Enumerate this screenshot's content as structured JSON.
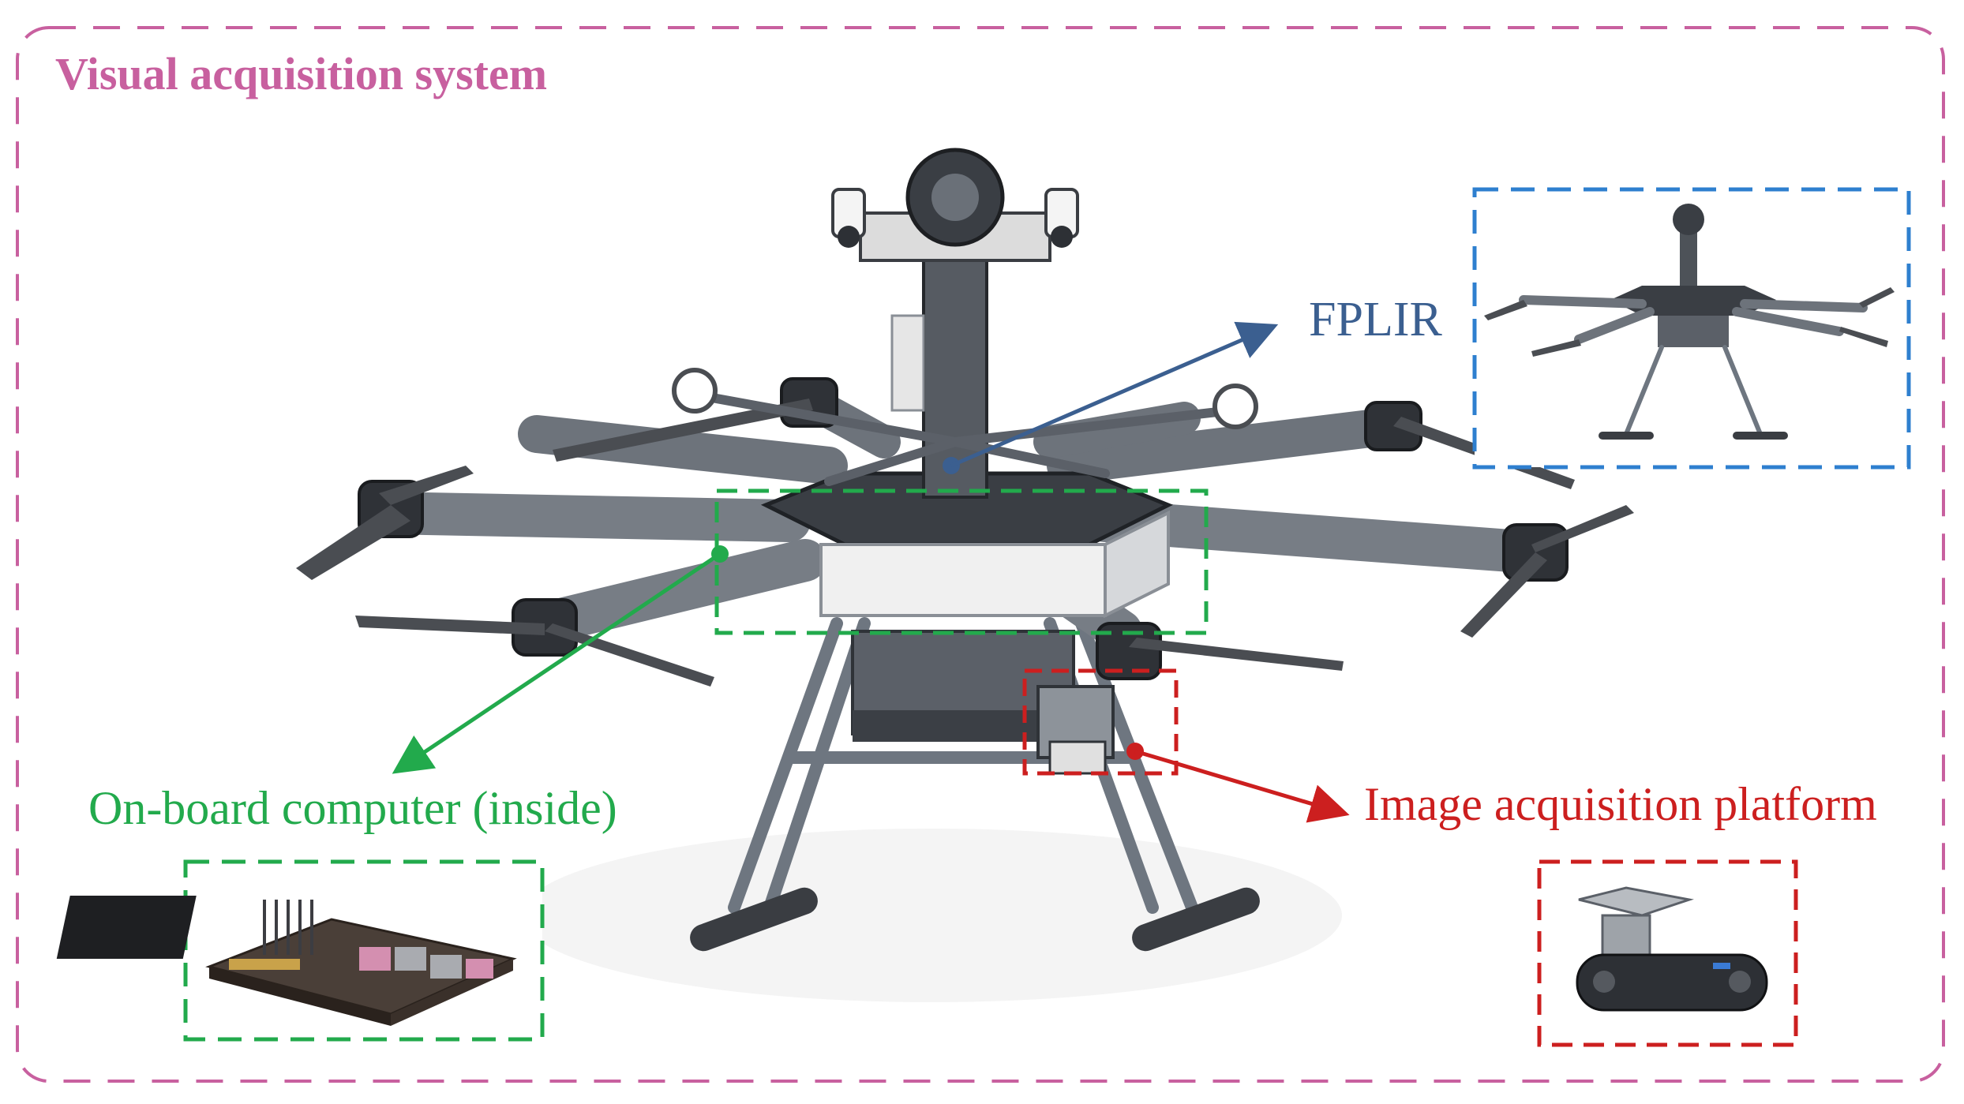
{
  "labels": {
    "system": "Visual acquisition system",
    "fplir": "FPLIR",
    "computer": "On-board computer (inside)",
    "platform": "Image acquisition platform"
  },
  "colors": {
    "system": "#c8609f",
    "fplir": "#3b5f90",
    "fplir_box": "#2e7fcf",
    "computer": "#22aa4c",
    "platform": "#cc1f1f"
  }
}
